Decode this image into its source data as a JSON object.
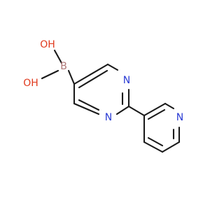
{
  "molecule": {
    "atoms": {
      "boron": {
        "text": "B",
        "color": "#b07878"
      },
      "hydroxyl_top": {
        "text": "OH",
        "color": "#e03a1e"
      },
      "hydroxyl_bottom": {
        "text": "OH",
        "color": "#e03a1e"
      },
      "pyrimidine_n_top": {
        "text": "N",
        "color": "#2a3bd4"
      },
      "pyrimidine_n_bottom": {
        "text": "N",
        "color": "#2a3bd4"
      },
      "pyridine_n": {
        "text": "N",
        "color": "#2a3bd4"
      }
    },
    "bond_color": "#1a1a1a"
  }
}
